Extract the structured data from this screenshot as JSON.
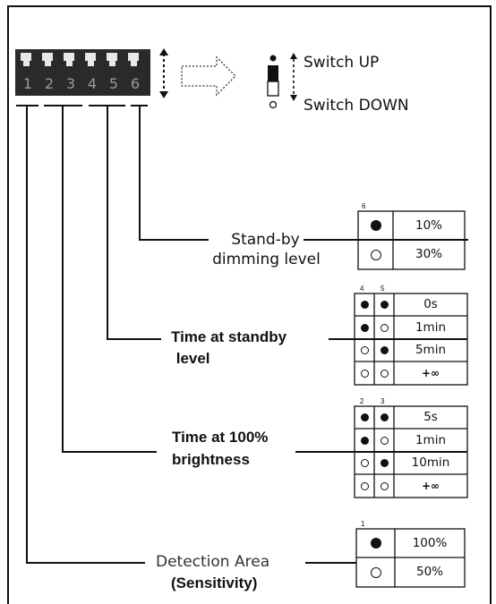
{
  "switches": {
    "numbers": [
      "1",
      "2",
      "3",
      "4",
      "5",
      "6"
    ]
  },
  "legend": {
    "up_label": "Switch UP",
    "down_label": "Switch DOWN"
  },
  "groups": [
    {
      "id": "standby-dimming",
      "label_lines": [
        "Stand-by",
        "dimming level"
      ],
      "switch_cols": [
        "6"
      ],
      "rows": [
        {
          "states": [
            "on"
          ],
          "value": "10%"
        },
        {
          "states": [
            "off"
          ],
          "value": "30%"
        }
      ]
    },
    {
      "id": "time-at-standby",
      "label_lines": [
        "Time at standby",
        " level"
      ],
      "switch_cols": [
        "4",
        "5"
      ],
      "rows": [
        {
          "states": [
            "on",
            "on"
          ],
          "value": "0s"
        },
        {
          "states": [
            "on",
            "off"
          ],
          "value": "1min"
        },
        {
          "states": [
            "off",
            "on"
          ],
          "value": "5min"
        },
        {
          "states": [
            "off",
            "off"
          ],
          "value": "+∞"
        }
      ]
    },
    {
      "id": "time-at-100",
      "label_lines": [
        "Time at 100%",
        "brightness"
      ],
      "switch_cols": [
        "2",
        "3"
      ],
      "rows": [
        {
          "states": [
            "on",
            "on"
          ],
          "value": "5s"
        },
        {
          "states": [
            "on",
            "off"
          ],
          "value": "1min"
        },
        {
          "states": [
            "off",
            "on"
          ],
          "value": "10min"
        },
        {
          "states": [
            "off",
            "off"
          ],
          "value": "+∞"
        }
      ]
    },
    {
      "id": "detection-area",
      "label_lines": [
        "Detection Area",
        "(Sensitivity)"
      ],
      "switch_cols": [
        "1"
      ],
      "rows": [
        {
          "states": [
            "on"
          ],
          "value": "100%"
        },
        {
          "states": [
            "off"
          ],
          "value": "50%"
        }
      ]
    }
  ]
}
